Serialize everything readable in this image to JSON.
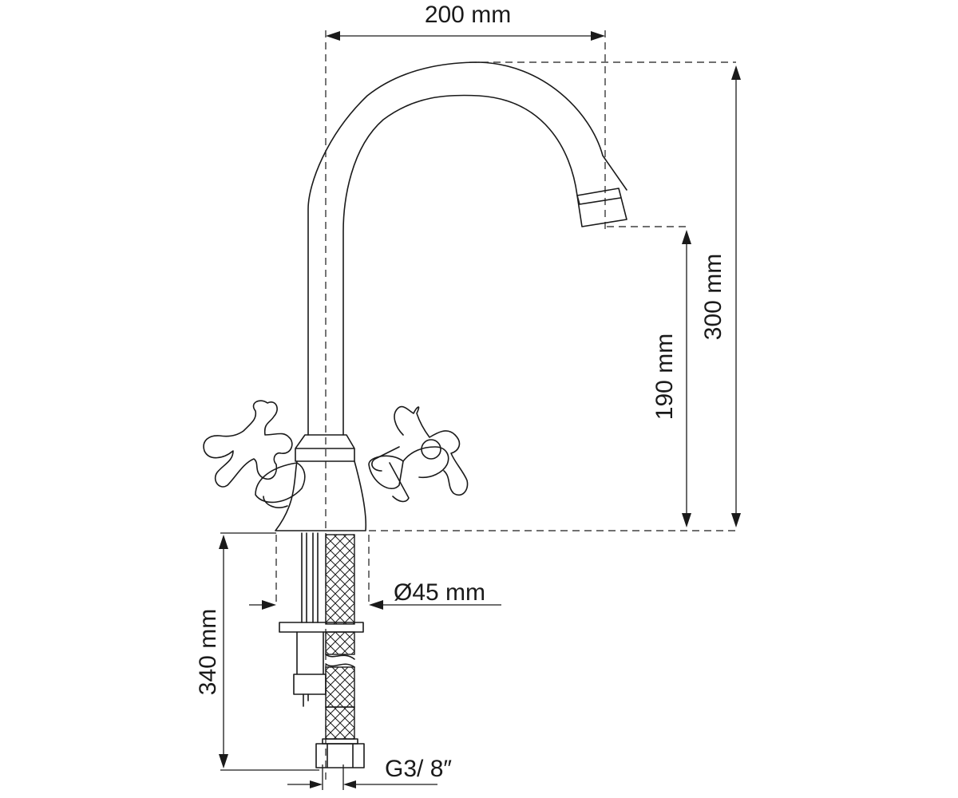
{
  "dimensions": {
    "spout_reach": "200 mm",
    "total_height": "300 mm",
    "spout_height": "190 mm",
    "hose_length": "340 mm",
    "base_diameter": "Ø45 mm",
    "connection_thread": "G3/ 8″"
  }
}
